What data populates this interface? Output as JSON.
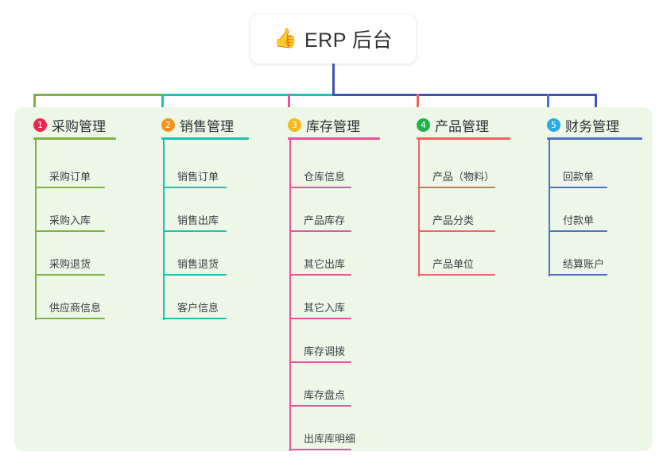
{
  "title": {
    "emoji": "👍",
    "emoji_name": "thumbs-up-icon",
    "text": "ERP 后台"
  },
  "palette": {
    "panel_bg": "#edf7e8",
    "page_bg": "#ffffff",
    "trunk": "#4053b8",
    "text": "#2e3033"
  },
  "chart_data": {
    "type": "diagram",
    "title": "ERP 后台",
    "layout": "org-chart / mind-map, 1 root + 5 branches",
    "root": "ERP 后台",
    "branch_count": 5
  },
  "columns": [
    {
      "number": "1",
      "title": "采购管理",
      "badge_color": "#e8274b",
      "line_color": "#7cb342",
      "items": [
        "采购订单",
        "采购入库",
        "采购退货",
        "供应商信息"
      ]
    },
    {
      "number": "2",
      "title": "销售管理",
      "badge_color": "#f5921e",
      "line_color": "#18c4b0",
      "items": [
        "销售订单",
        "销售出库",
        "销售退货",
        "客户信息"
      ]
    },
    {
      "number": "3",
      "title": "库存管理",
      "badge_color": "#f5b91e",
      "line_color": "#e8529e",
      "items": [
        "仓库信息",
        "产品库存",
        "其它出库",
        "其它入库",
        "库存调拨",
        "库存盘点",
        "出库库明细"
      ]
    },
    {
      "number": "4",
      "title": "产品管理",
      "badge_color": "#22b14c",
      "line_color": "#f4625e",
      "items": [
        "产品（物料）",
        "产品分类",
        "产品单位"
      ]
    },
    {
      "number": "5",
      "title": "财务管理",
      "badge_color": "#29abe2",
      "line_color": "#4a73c4",
      "items": [
        "回款单",
        "付款单",
        "结算账户"
      ]
    }
  ]
}
